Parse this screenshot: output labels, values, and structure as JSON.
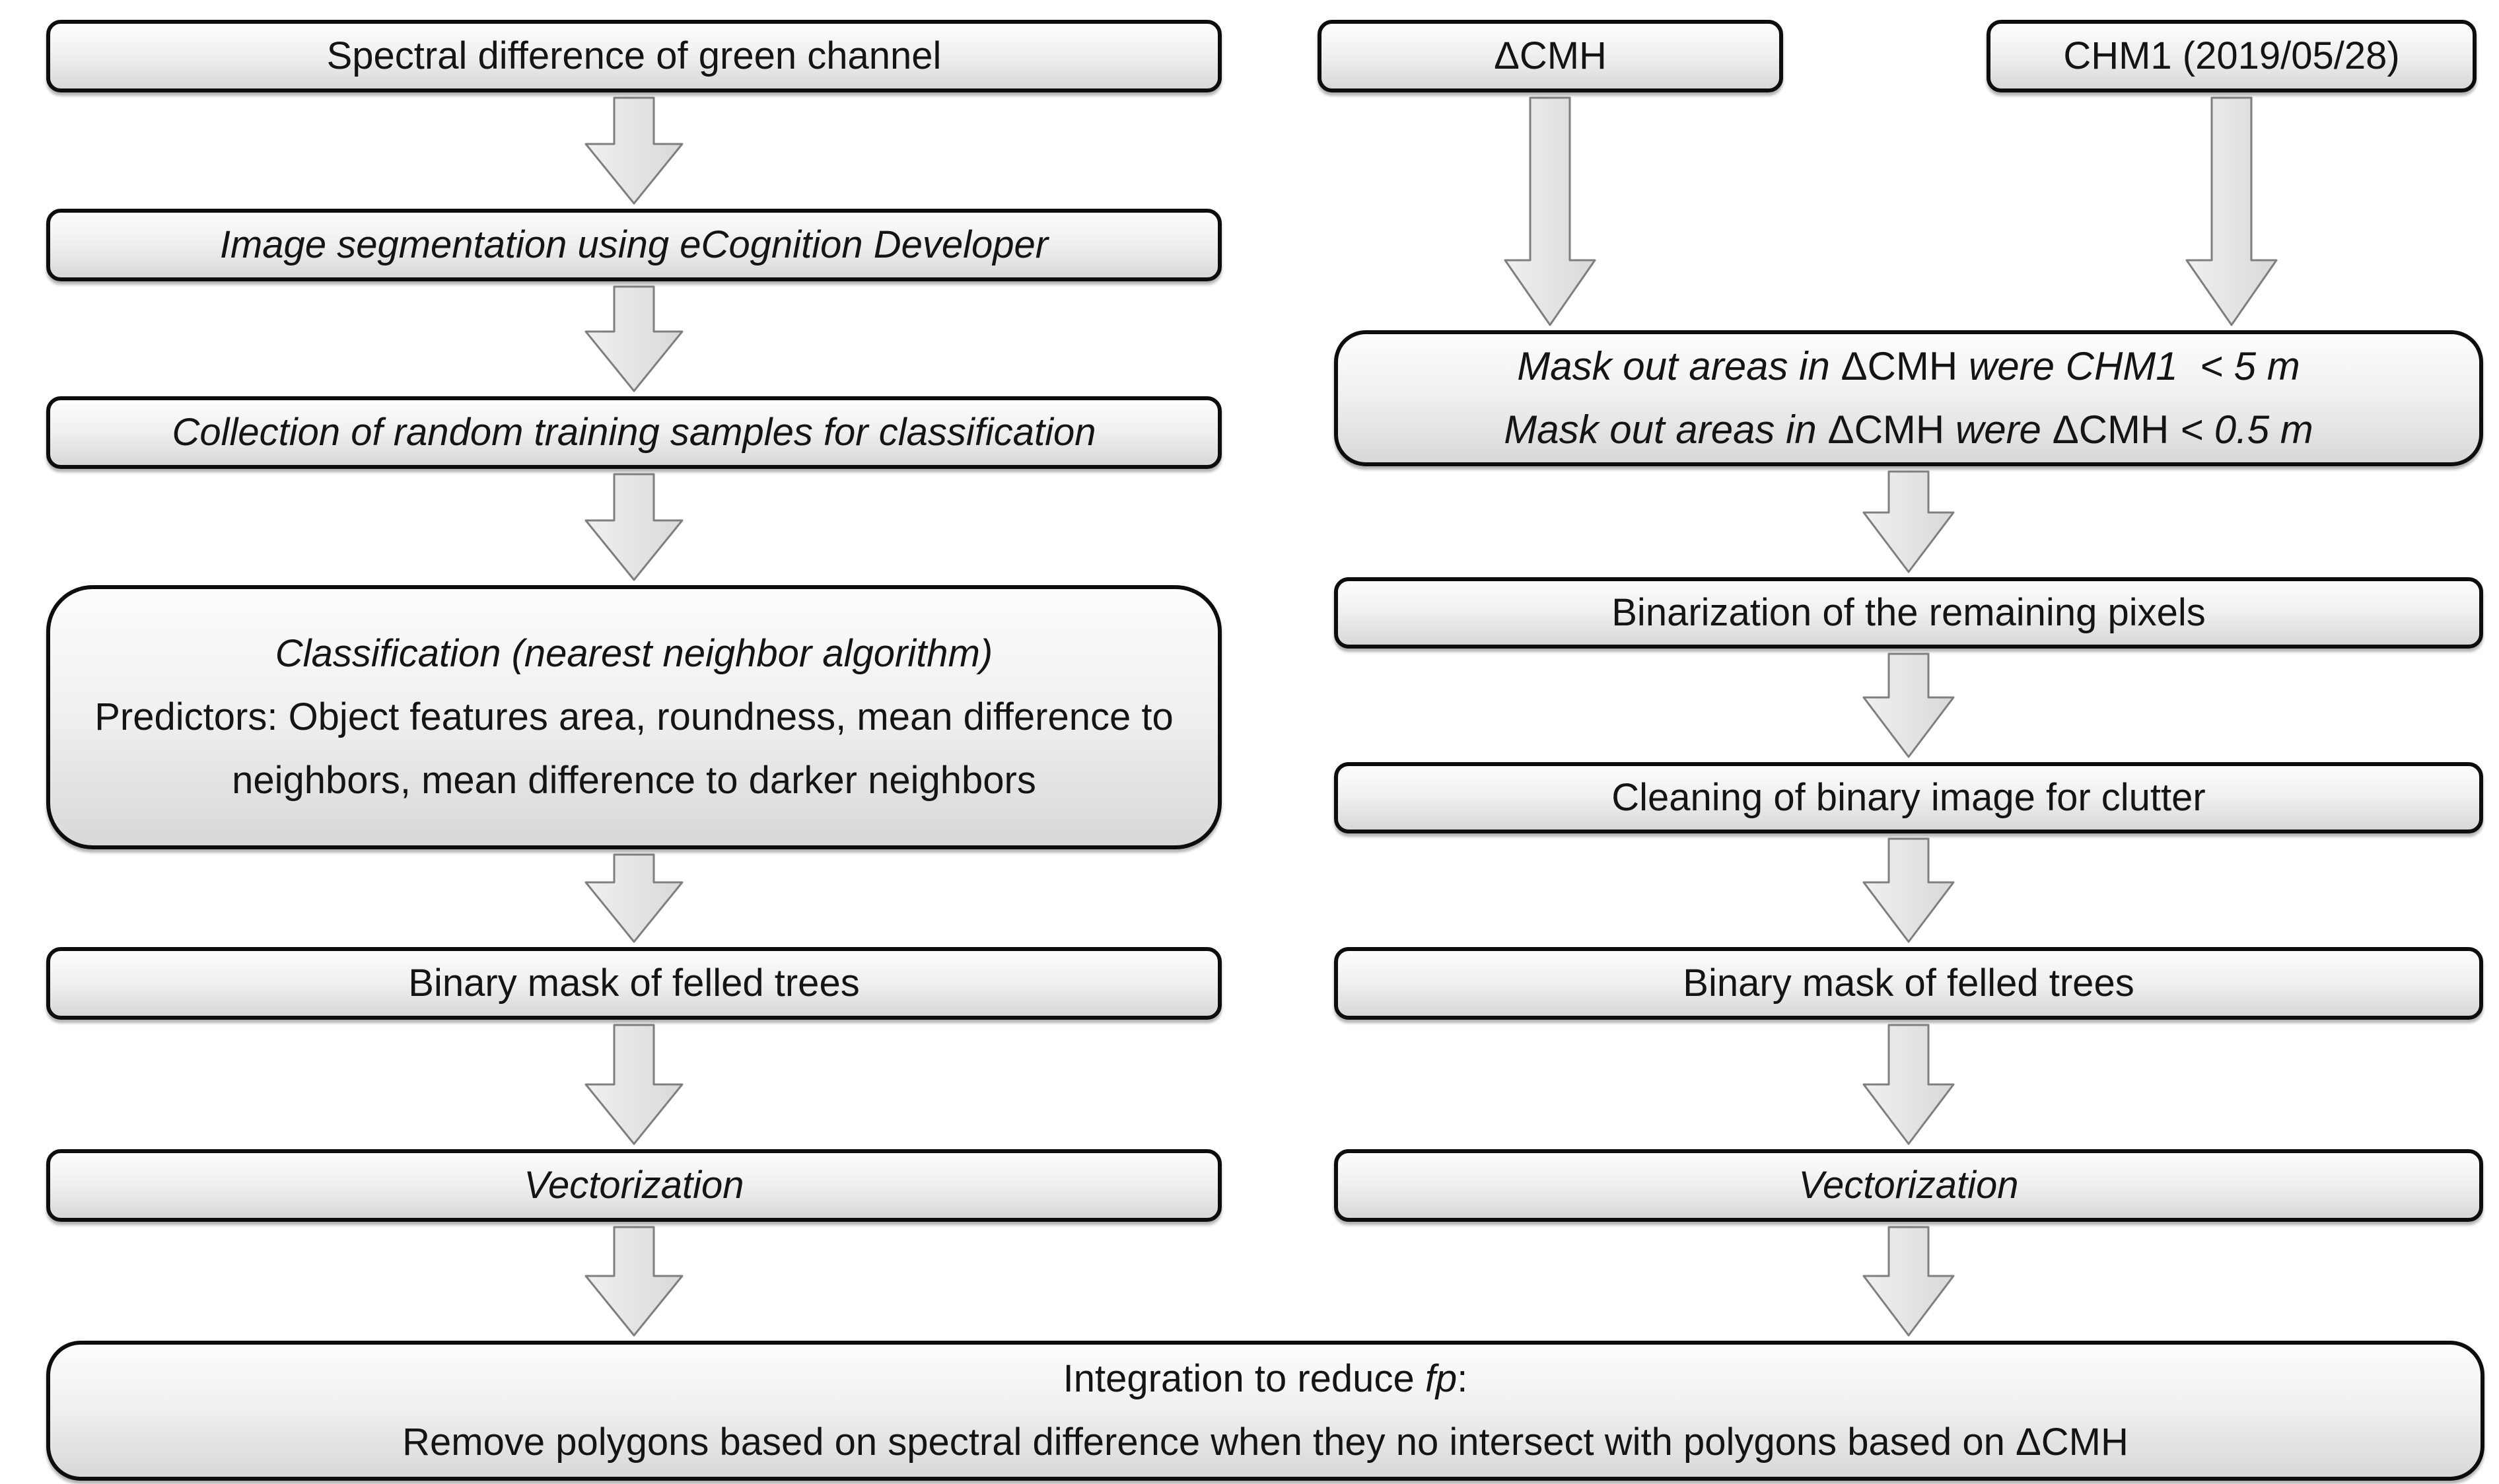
{
  "diagram": {
    "left_column": {
      "box1": {
        "text": "Spectral difference of green channel"
      },
      "box2": {
        "text": "Image segmentation using eCognition Developer"
      },
      "box3": {
        "text": "Collection of random training samples for classification"
      },
      "box4": {
        "line1": "Classification (nearest neighbor algorithm)",
        "body": "Predictors: Object features area, roundness, mean difference to neighbors, mean difference to darker neighbors"
      },
      "box5": {
        "text": "Binary mask of felled trees"
      },
      "box6": {
        "text": "Vectorization"
      }
    },
    "right_column": {
      "input1": {
        "text": "ΔCMH"
      },
      "input2": {
        "text": "CHM1 (2019/05/28)"
      },
      "mask_box": {
        "line1": [
          {
            "t": "Mask out areas in "
          },
          {
            "t": "ΔCMH"
          },
          {
            "t": " were CHM1  < 5 m"
          }
        ],
        "line2": [
          {
            "t": "Mask out areas in "
          },
          {
            "t": "ΔCMH"
          },
          {
            "t": " were "
          },
          {
            "t": "ΔCMH"
          },
          {
            "t": " < 0.5 m"
          }
        ]
      },
      "box3": {
        "text": "Binarization of the remaining pixels"
      },
      "box4": {
        "text": "Cleaning of binary image for clutter"
      },
      "box5": {
        "text": "Binary mask of felled trees"
      },
      "box6": {
        "text": "Vectorization"
      }
    },
    "integration_box": {
      "line1": [
        {
          "t": "Integration to reduce "
        },
        {
          "t": "fp"
        },
        {
          "t": ":"
        }
      ],
      "line2": "Remove polygons based on spectral difference when they no intersect with polygons based on ΔCMH"
    }
  },
  "colors": {
    "background": "#ffffff",
    "box_border": "#0d0d0d",
    "box_fill_top": "#fdfdfd",
    "box_fill_bottom": "#d8d8d8",
    "arrow_fill_light": "#f0f0f0",
    "arrow_fill_dark": "#d9d9d9",
    "arrow_stroke": "#7f7f7f",
    "text": "#141414"
  }
}
